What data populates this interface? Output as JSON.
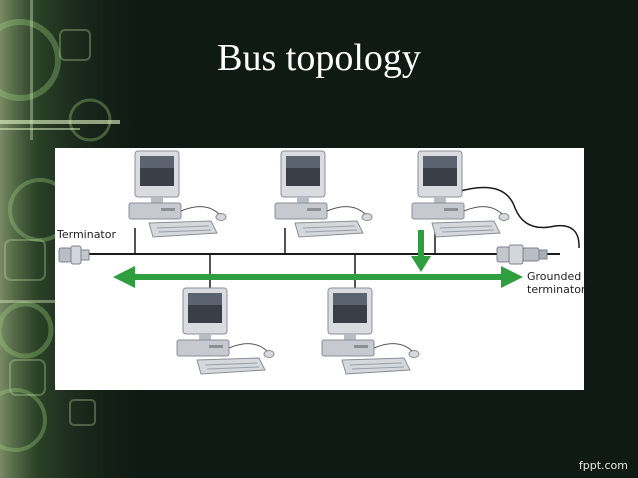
{
  "slide": {
    "title": "Bus topology",
    "footer": "fppt.com"
  },
  "diagram": {
    "labels": {
      "terminator": "Terminator",
      "grounded_line1": "Grounded",
      "grounded_line2": "terminator"
    },
    "computer_count": 5
  },
  "colors": {
    "background": "#101a14",
    "accent_green": "#2e9e3e",
    "bus_line": "#1a1a1a"
  },
  "icons": [
    "desktop-computer-icon",
    "bnc-terminator-icon",
    "grounded-terminator-icon"
  ]
}
